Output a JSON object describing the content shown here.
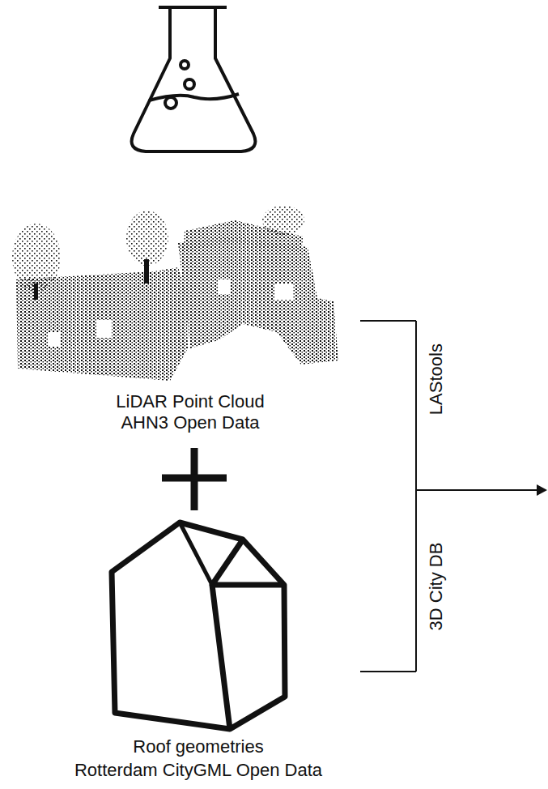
{
  "diagram": {
    "labels": [
      "LiDAR Point Cloud",
      "AHN3 Open Data",
      "LAStools",
      "3D City DB",
      "Roof geometries",
      "Rotterdam CityGML Open Data"
    ]
  }
}
